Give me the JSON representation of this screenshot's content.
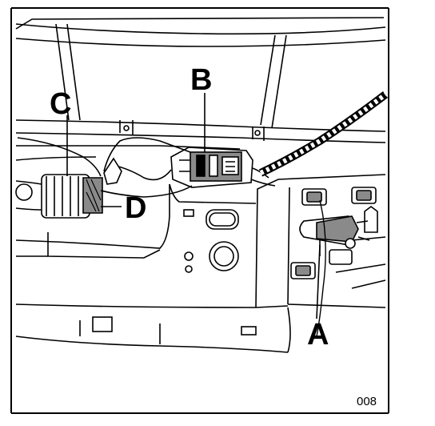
{
  "diagram": {
    "labels": {
      "a": "A",
      "b": "B",
      "c": "C",
      "d": "D"
    },
    "figure_number": "008"
  },
  "colors": {
    "ink": "#000000",
    "paper": "#ffffff",
    "shade": "#8a8a8a"
  }
}
